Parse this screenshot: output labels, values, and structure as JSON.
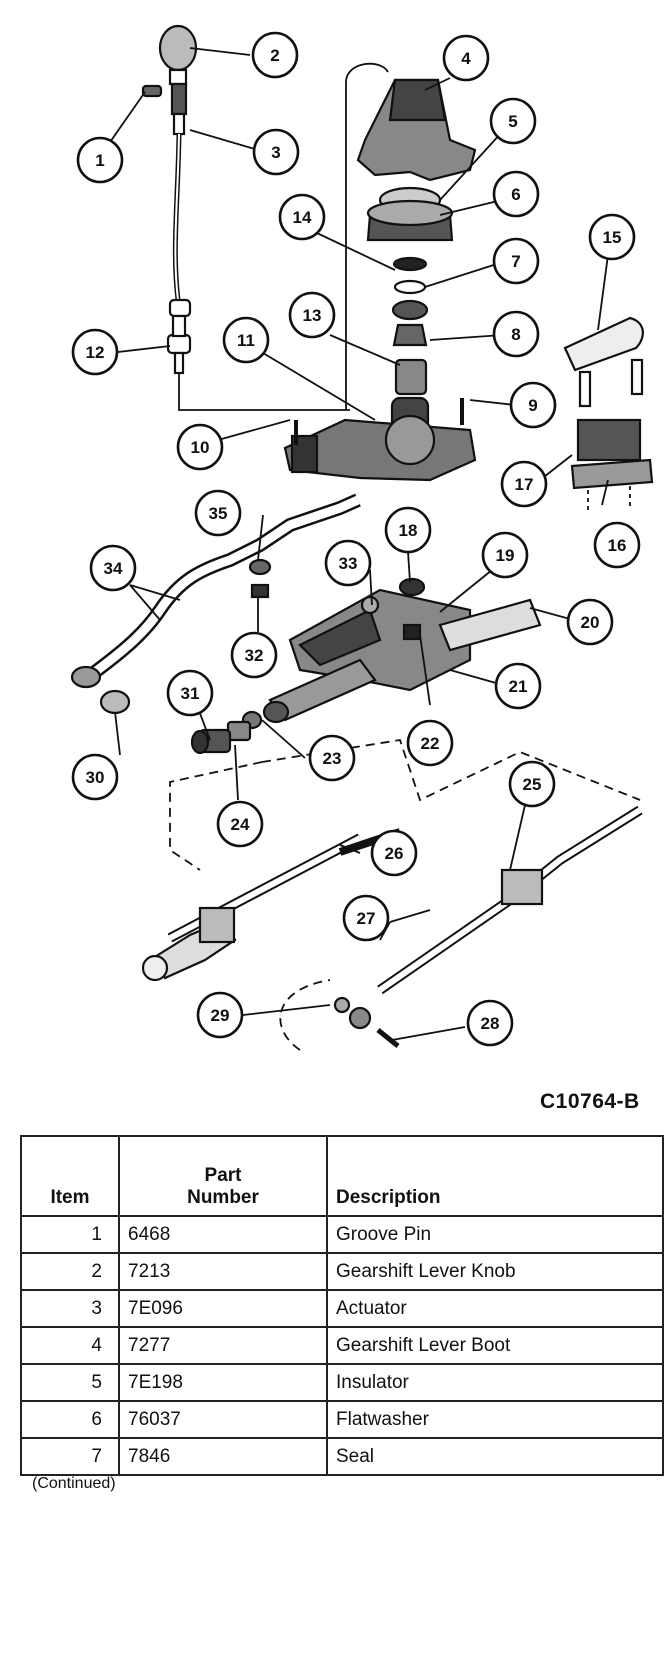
{
  "diagram": {
    "callouts": [
      "1",
      "2",
      "3",
      "4",
      "5",
      "6",
      "7",
      "8",
      "9",
      "10",
      "11",
      "12",
      "13",
      "14",
      "15",
      "16",
      "17",
      "18",
      "19",
      "20",
      "21",
      "22",
      "23",
      "24",
      "25",
      "26",
      "27",
      "28",
      "29",
      "30",
      "31",
      "32",
      "33",
      "34",
      "35"
    ],
    "figure_code": "C10764-B"
  },
  "table": {
    "headers": {
      "item": "Item",
      "part_number": "Part\nNumber",
      "description": "Description"
    },
    "rows": [
      {
        "item": "1",
        "part_number": "6468",
        "description": "Groove Pin"
      },
      {
        "item": "2",
        "part_number": "7213",
        "description": "Gearshift Lever Knob"
      },
      {
        "item": "3",
        "part_number": "7E096",
        "description": "Actuator"
      },
      {
        "item": "4",
        "part_number": "7277",
        "description": "Gearshift Lever Boot"
      },
      {
        "item": "5",
        "part_number": "7E198",
        "description": "Insulator"
      },
      {
        "item": "6",
        "part_number": "76037",
        "description": "Flatwasher"
      },
      {
        "item": "7",
        "part_number": "7846",
        "description": "Seal"
      }
    ]
  },
  "footer": {
    "continued": "(Continued)"
  }
}
